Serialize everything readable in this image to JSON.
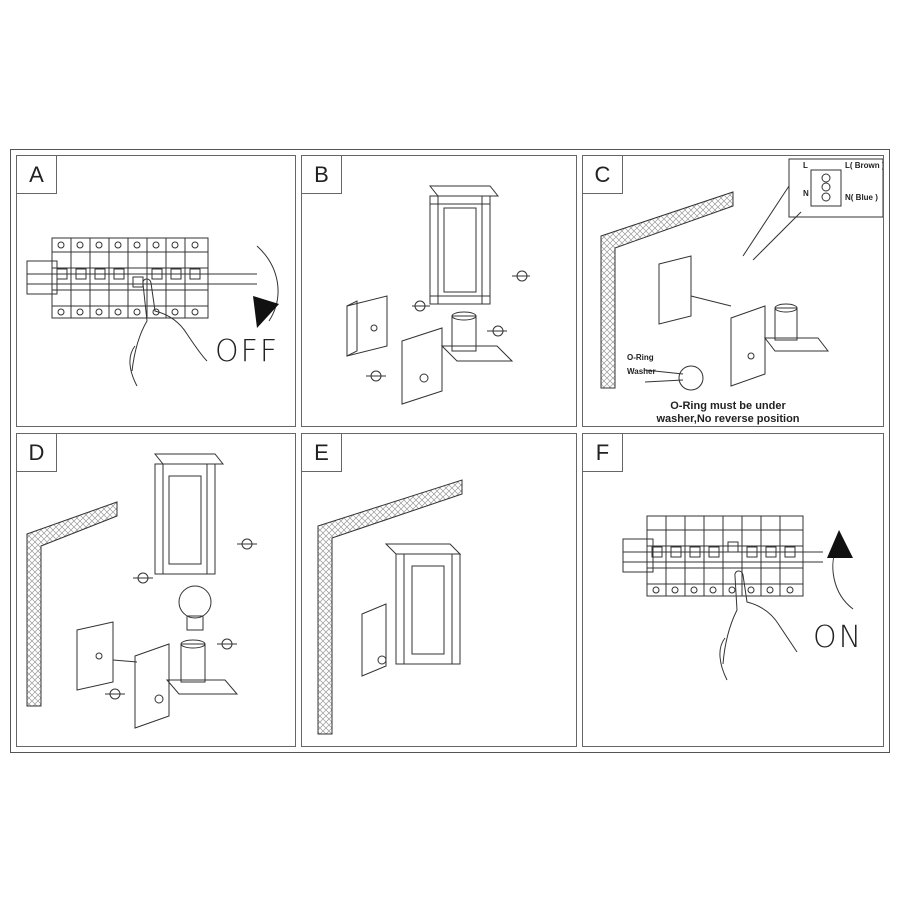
{
  "panels": [
    {
      "letter": "A",
      "state_label": "OFF"
    },
    {
      "letter": "B"
    },
    {
      "letter": "C",
      "terminal_labels": {
        "l": "L",
        "l_brown": "L( Brown )",
        "n": "N",
        "n_blue": "N( Blue )"
      },
      "oring_label": "O-Ring",
      "washer_label": "Washer",
      "note": [
        "O-Ring must be under",
        "washer,No reverse position"
      ]
    },
    {
      "letter": "D"
    },
    {
      "letter": "E"
    },
    {
      "letter": "F",
      "state_label": "ON"
    }
  ],
  "colors": {
    "line": "#333333",
    "frame": "#666666",
    "hatch": "#9a9a9a"
  }
}
